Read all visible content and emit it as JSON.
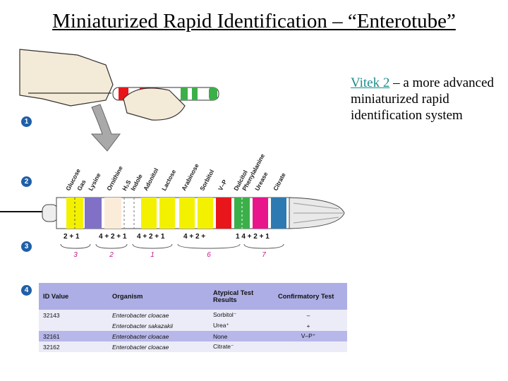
{
  "title": "Miniaturized Rapid Identification – “Enterotube”",
  "side_text": {
    "link": "Vitek 2",
    "rest": " – a more advanced miniaturized rapid identification system"
  },
  "steps": [
    "1",
    "2",
    "3",
    "4"
  ],
  "tests": [
    "Glucose",
    "Gas",
    "Lysine",
    "Ornithine",
    "H₂S",
    "Indole",
    "Adonitol",
    "Lactose",
    "Arabinose",
    "Sorbitol",
    "V–P",
    "Dulcitol",
    "Phenylalanine",
    "Urease",
    "Citrate"
  ],
  "score_groups": [
    {
      "text": "2 + 1",
      "circled": [
        "2",
        "1"
      ],
      "id": "3"
    },
    {
      "text": "4 + 2 + 1",
      "circled": [
        "2"
      ],
      "id": "2"
    },
    {
      "text": "4 + 2 + 1",
      "circled": [
        "1"
      ],
      "id": "1"
    },
    {
      "text": "4 + 2 +",
      "circled": [
        "4",
        "2"
      ],
      "id": "6"
    },
    {
      "text": "1 4 + 2 + 1",
      "circled": [
        "1"
      ],
      "id": "7"
    }
  ],
  "table": {
    "headers": [
      "ID Value",
      "Organism",
      "Atypical Test Results",
      "Confirmatory Test"
    ],
    "rows": [
      {
        "id": "32143",
        "org": "Enterobacter cloacae",
        "atyp": "Sorbitol⁻",
        "conf": "–"
      },
      {
        "id": "",
        "org": "Enterobacter sakazakii",
        "atyp": "Urea⁺",
        "conf": "+"
      },
      {
        "id": "32161",
        "org": "Enterobacter cloacae",
        "atyp": "None",
        "conf": "V–P⁺"
      },
      {
        "id": "32162",
        "org": "Enterobacter cloacae",
        "atyp": "Citrate⁻",
        "conf": ""
      }
    ]
  }
}
